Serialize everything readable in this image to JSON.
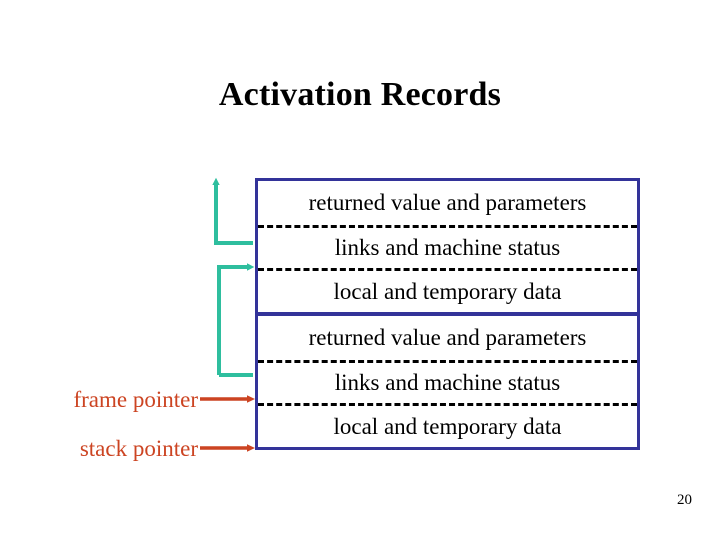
{
  "slide": {
    "title": "Activation Records",
    "page_number": "20"
  },
  "colors": {
    "box_border": "#333399",
    "row_divider": "#000000",
    "link_arrow": "#2ebe9e",
    "pointer_arrow": "#cc4422",
    "pointer_label_text": "#cc4422",
    "body_text": "#000000",
    "background": "#ffffff"
  },
  "diagram": {
    "records": [
      {
        "name": "upper-activation-record",
        "rows": [
          "returned value and parameters",
          "links and machine status",
          "local and temporary data"
        ]
      },
      {
        "name": "lower-activation-record",
        "rows": [
          "returned value and parameters",
          "links and machine status",
          "local and temporary data"
        ]
      }
    ],
    "pointer_labels": [
      {
        "label": "frame pointer",
        "target": "lower-record-local-and-temporary-data-divider"
      },
      {
        "label": "stack pointer",
        "target": "lower-record-bottom-edge"
      }
    ],
    "link_arrows": [
      {
        "name": "upper-record-control-link",
        "direction": "up-out-of-stack"
      },
      {
        "name": "lower-record-control-link",
        "direction": "up-to-upper-record"
      }
    ]
  }
}
